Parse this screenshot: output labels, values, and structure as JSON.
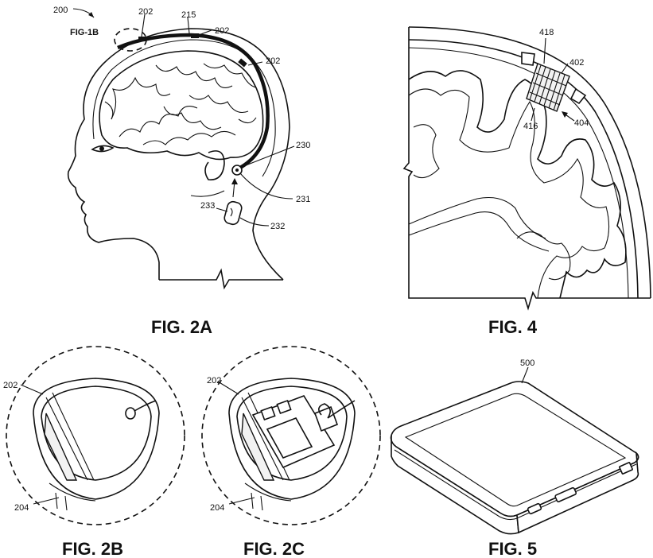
{
  "figures": {
    "fig2a": {
      "caption": "FIG. 2A",
      "ref_main": "200",
      "ref_fig1b": "FIG-1B",
      "labels": {
        "l202a": "202",
        "l215": "215",
        "l202b": "202",
        "l202c": "202",
        "l230": "230",
        "l231": "231",
        "l233": "233",
        "l232": "232"
      }
    },
    "fig4": {
      "caption": "FIG. 4",
      "labels": {
        "l418": "418",
        "l402": "402",
        "l416": "416",
        "l404": "404"
      }
    },
    "fig2b": {
      "caption": "FIG. 2B",
      "labels": {
        "l202": "202",
        "l204": "204"
      }
    },
    "fig2c": {
      "caption": "FIG. 2C",
      "labels": {
        "l202": "202",
        "l204": "204"
      }
    },
    "fig5": {
      "caption": "FIG. 5",
      "labels": {
        "l500": "500"
      }
    }
  }
}
